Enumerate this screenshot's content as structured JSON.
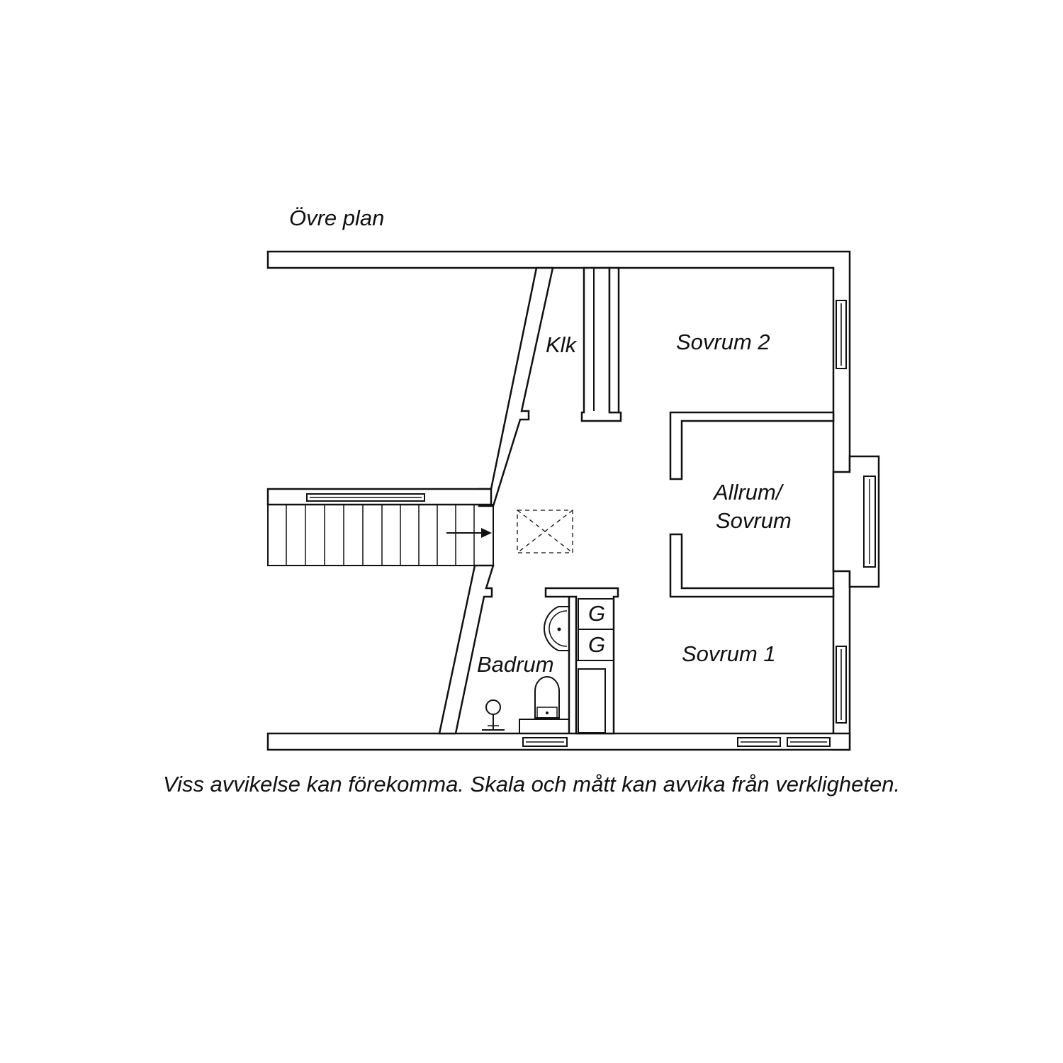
{
  "title": "Övre plan",
  "rooms": {
    "closet": "Klk",
    "bedroom2": "Sovrum 2",
    "family_room_line1": "Allrum/",
    "family_room_line2": "Sovrum",
    "bedroom1": "Sovrum 1",
    "bathroom": "Badrum"
  },
  "wardrobes": {
    "top": "G",
    "bottom": "G"
  },
  "disclaimer": "Viss avvikelse kan förekomma. Skala och mått kan avvika från verkligheten."
}
